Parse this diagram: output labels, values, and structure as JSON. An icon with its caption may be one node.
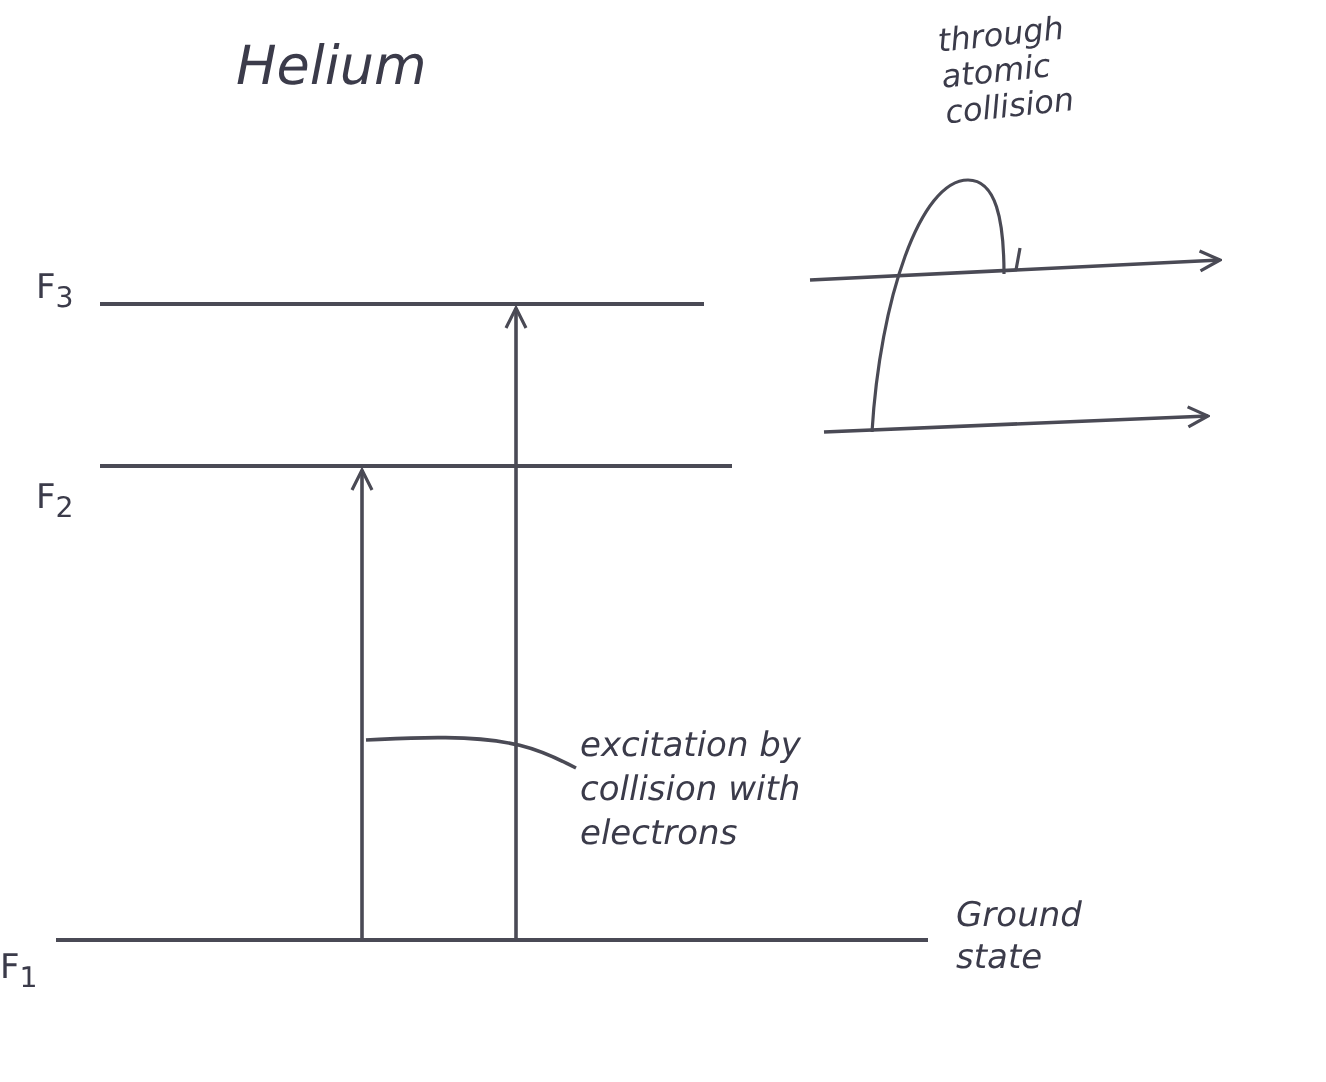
{
  "diagram": {
    "title": "Helium",
    "nodes": [
      {
        "text": [
          "F$_{3}$"
        ]
      },
      {
        "text": [
          "F$_{2}$"
        ]
      },
      {
        "text": [
          "F$_{1}$"
        ],
        "beside": [
          "Ground state"
        ]
      },
      {
        "text": [
          "excitation by collision with electrons"
        ]
      }
    ],
    "edges": [
      {
        "from": 2,
        "to": 1,
        "arrow": "to"
      },
      {
        "from": 2,
        "to": 0,
        "arrow": "to"
      },
      {
        "from": 3,
        "to": null,
        "arrow": "none"
      }
    ],
    "labels": [
      "through atomic collision"
    ]
  }
}
